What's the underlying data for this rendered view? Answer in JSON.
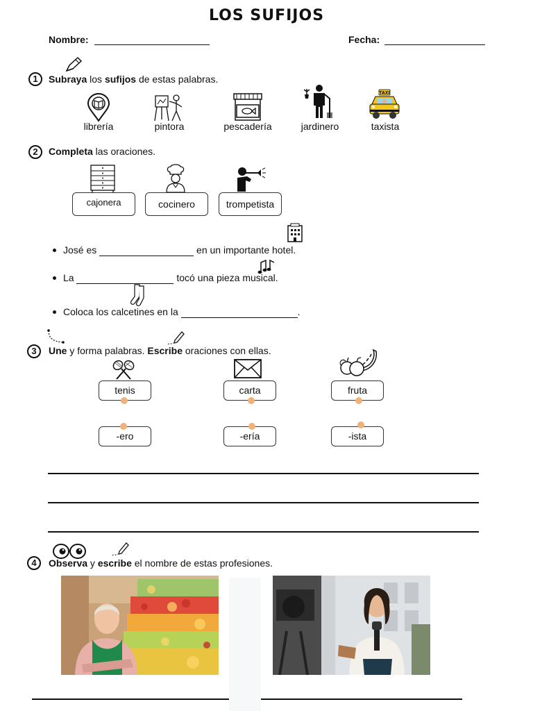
{
  "title": "LOS SUFIJOS",
  "header": {
    "name_label": "Nombre:",
    "date_label": "Fecha:"
  },
  "section1": {
    "number": "1",
    "instr_bold1": "Subraya",
    "instr_mid": " los ",
    "instr_bold2": "sufijos",
    "instr_end": " de estas palabras.",
    "words": [
      "librería",
      "pintora",
      "pescadería",
      "jardinero",
      "taxista"
    ],
    "taxi_sign": "TAXI"
  },
  "section2": {
    "number": "2",
    "instr_bold": "Completa",
    "instr_end": " las oraciones.",
    "options": [
      "cajonera",
      "cocinero",
      "trompetista"
    ],
    "sentences": [
      {
        "pre": "José es ",
        "post": " en un importante hotel."
      },
      {
        "pre": "La ",
        "post": " tocó una pieza musical."
      },
      {
        "pre": "Coloca los calcetines en la ",
        "post": "."
      }
    ]
  },
  "section3": {
    "number": "3",
    "instr_bold1": "Une",
    "instr_mid": " y forma palabras. ",
    "instr_bold2": "Escribe",
    "instr_end": " oraciones con ellas.",
    "roots": [
      "tenis",
      "carta",
      "fruta"
    ],
    "suffixes": [
      "-ero",
      "-ería",
      "-ista"
    ]
  },
  "section4": {
    "number": "4",
    "instr_bold1": "Observa",
    "instr_mid": " y ",
    "instr_bold2": "escribe",
    "instr_end": "  el nombre de estas profesiones."
  },
  "colors": {
    "accent_dot": "#f0b27a",
    "taxi_yellow": "#f5c518",
    "apron_green": "#1f8a4c"
  }
}
